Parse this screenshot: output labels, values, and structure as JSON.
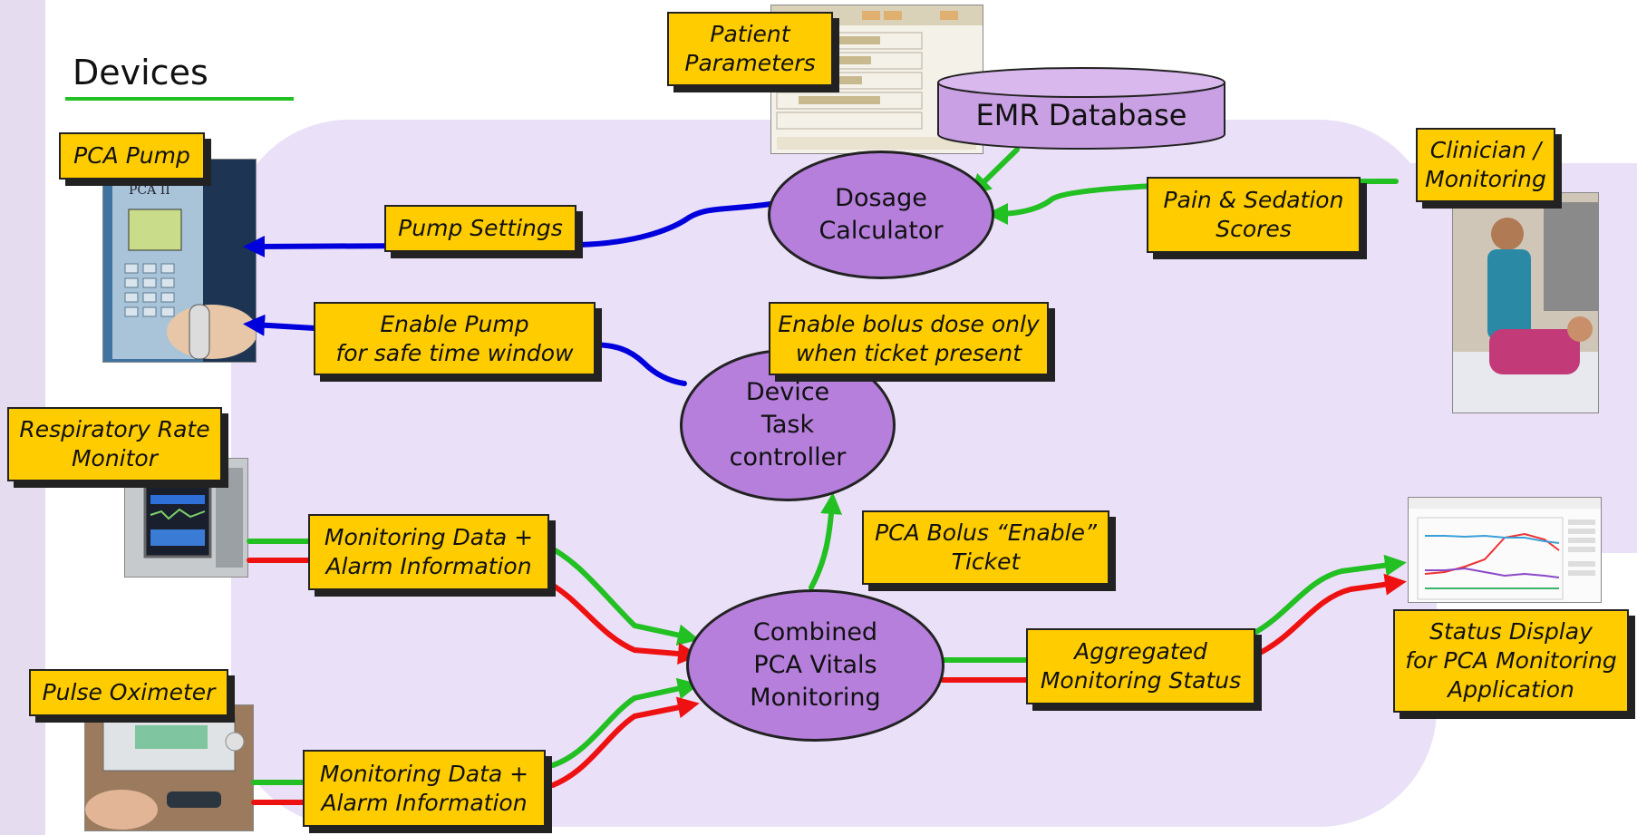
{
  "heading": "Devices",
  "nodes": {
    "dosage_calculator": "Dosage\nCalculator",
    "device_task_controller": "Device\nTask\ncontroller",
    "combined_monitoring": "Combined\nPCA Vitals\nMonitoring",
    "emr_database": "EMR Database"
  },
  "notes": {
    "patient_parameters": "Patient\nParameters",
    "pca_pump": "PCA Pump",
    "pump_settings": "Pump Settings",
    "enable_pump": "Enable Pump\nfor safe time window",
    "enable_bolus": "Enable bolus dose only\nwhen ticket present",
    "clinician": "Clinician /\nMonitoring",
    "pain_sedation": "Pain & Sedation\nScores",
    "respiratory_monitor": "Respiratory Rate\nMonitor",
    "monitoring_data_1": "Monitoring Data +\nAlarm Information",
    "monitoring_data_2": "Monitoring Data +\nAlarm Information",
    "bolus_ticket": "PCA Bolus “Enable”\nTicket",
    "pulse_oximeter": "Pulse Oximeter",
    "aggregated_status": "Aggregated\nMonitoring Status",
    "status_display": "Status Display\nfor PCA Monitoring\nApplication"
  },
  "images": {
    "pca_pump_label": "PCA II"
  },
  "colors": {
    "note_fill": "#ffcc00",
    "oval_fill": "#b57fdb",
    "region_fill": "#eae0f8",
    "command_arrow": "#0000dd",
    "data_green": "#22c022",
    "alarm_red": "#ee1111"
  }
}
